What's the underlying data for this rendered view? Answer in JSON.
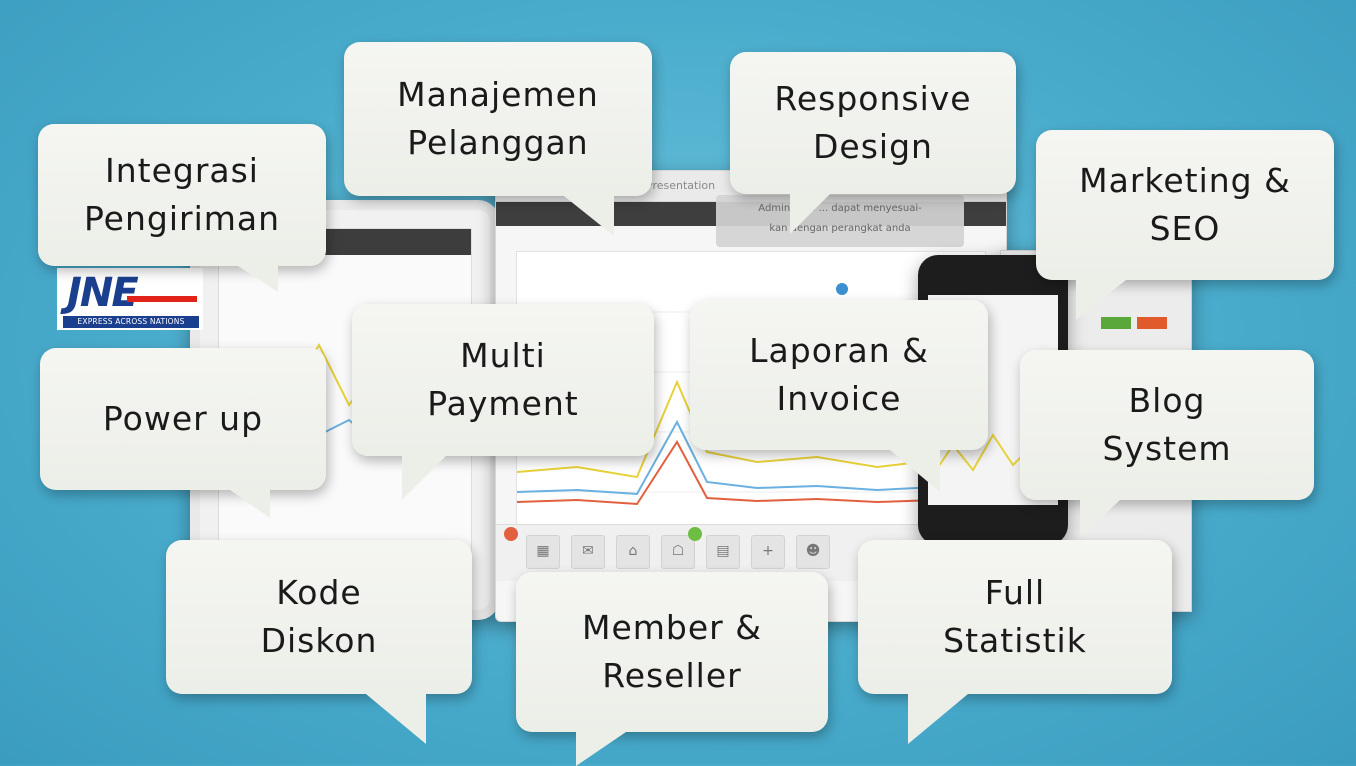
{
  "background_color": "#4fb0cf",
  "logo": {
    "brand": "JNE",
    "tagline": "EXPRESS ACROSS NATIONS"
  },
  "devices": {
    "laptop_title": "Presentation",
    "tooltip_lines": [
      "Admin Toko ... dapat menyesuai-",
      "kan dengan perangkat anda"
    ]
  },
  "bubbles": [
    {
      "id": "integrasi-pengiriman",
      "lines": [
        "Integrasi",
        "Pengiriman"
      ]
    },
    {
      "id": "manajemen-pelanggan",
      "lines": [
        "Manajemen",
        "Pelanggan"
      ]
    },
    {
      "id": "responsive-design",
      "lines": [
        "Responsive",
        "Design"
      ]
    },
    {
      "id": "marketing-seo",
      "lines": [
        "Marketing &",
        "SEO"
      ]
    },
    {
      "id": "power-up",
      "lines": [
        "Power up"
      ]
    },
    {
      "id": "multi-payment",
      "lines": [
        "Multi",
        "Payment"
      ]
    },
    {
      "id": "laporan-invoice",
      "lines": [
        "Laporan &",
        "Invoice"
      ]
    },
    {
      "id": "blog-system",
      "lines": [
        "Blog",
        "System"
      ]
    },
    {
      "id": "kode-diskon",
      "lines": [
        "Kode",
        "Diskon"
      ]
    },
    {
      "id": "member-reseller",
      "lines": [
        "Member &",
        "Reseller"
      ]
    },
    {
      "id": "full-statistik",
      "lines": [
        "Full",
        "Statistik"
      ]
    }
  ]
}
